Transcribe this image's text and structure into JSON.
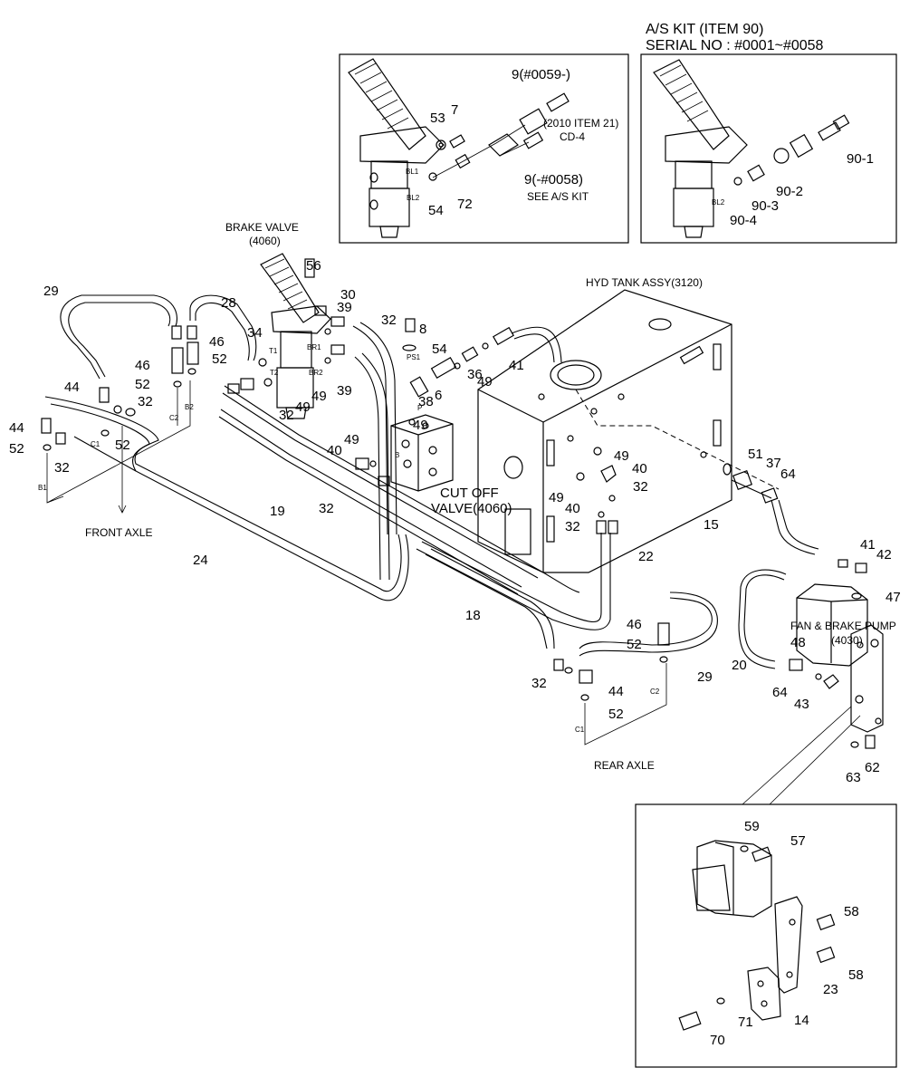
{
  "titles": {
    "kit_line1": "A/S KIT (ITEM 90)",
    "kit_line2": "SERIAL NO : #0001~#0058",
    "brake_valve_1": "BRAKE VALVE",
    "brake_valve_2": "(4060)",
    "hyd_tank": "HYD TANK ASSY(3120)",
    "cutoff_1": "CUT OFF",
    "cutoff_2": "VALVE(4060)",
    "front_axle": "FRONT AXLE",
    "rear_axle": "REAR AXLE",
    "pump_1": "FAN & BRAKE PUMP",
    "pump_2": "(4030)",
    "item21_1": "(2010 ITEM 21)",
    "item21_2": "CD-4",
    "see_kit": "SEE A/S KIT"
  },
  "callouts": {
    "c9a": "9(#0059-)",
    "c9b": "9(-#0058)",
    "c53": "53",
    "c7": "7",
    "c54": "54",
    "c72": "72",
    "c90_1": "90-1",
    "c90_2": "90-2",
    "c90_3": "90-3",
    "c90_4": "90-4",
    "c56": "56",
    "c30": "30",
    "c39": "39",
    "c32": "32",
    "c8": "8",
    "c29": "29",
    "c28": "28",
    "c46": "46",
    "c34": "34",
    "c52": "52",
    "c44": "44",
    "c49": "49",
    "c38": "38",
    "c6": "6",
    "c36": "36",
    "c41": "41",
    "c40": "40",
    "c19": "19",
    "c24": "24",
    "c18": "18",
    "c22": "22",
    "c15": "15",
    "c51": "51",
    "c37": "37",
    "c64": "64",
    "c42": "42",
    "c47": "47",
    "c48": "48",
    "c20": "20",
    "c43": "43",
    "c63": "63",
    "c62": "62",
    "c59": "59",
    "c57": "57",
    "c58": "58",
    "c23": "23",
    "c14": "14",
    "c71": "71",
    "c70": "70"
  },
  "ports": {
    "BL1": "BL1",
    "BL2": "BL2",
    "BR1": "BR1",
    "BR2": "BR2",
    "T1": "T1",
    "T2": "T2",
    "PS1": "PS1",
    "P": "P",
    "B": "B",
    "B1": "B1",
    "B2": "B2",
    "C1": "C1",
    "C2": "C2"
  }
}
